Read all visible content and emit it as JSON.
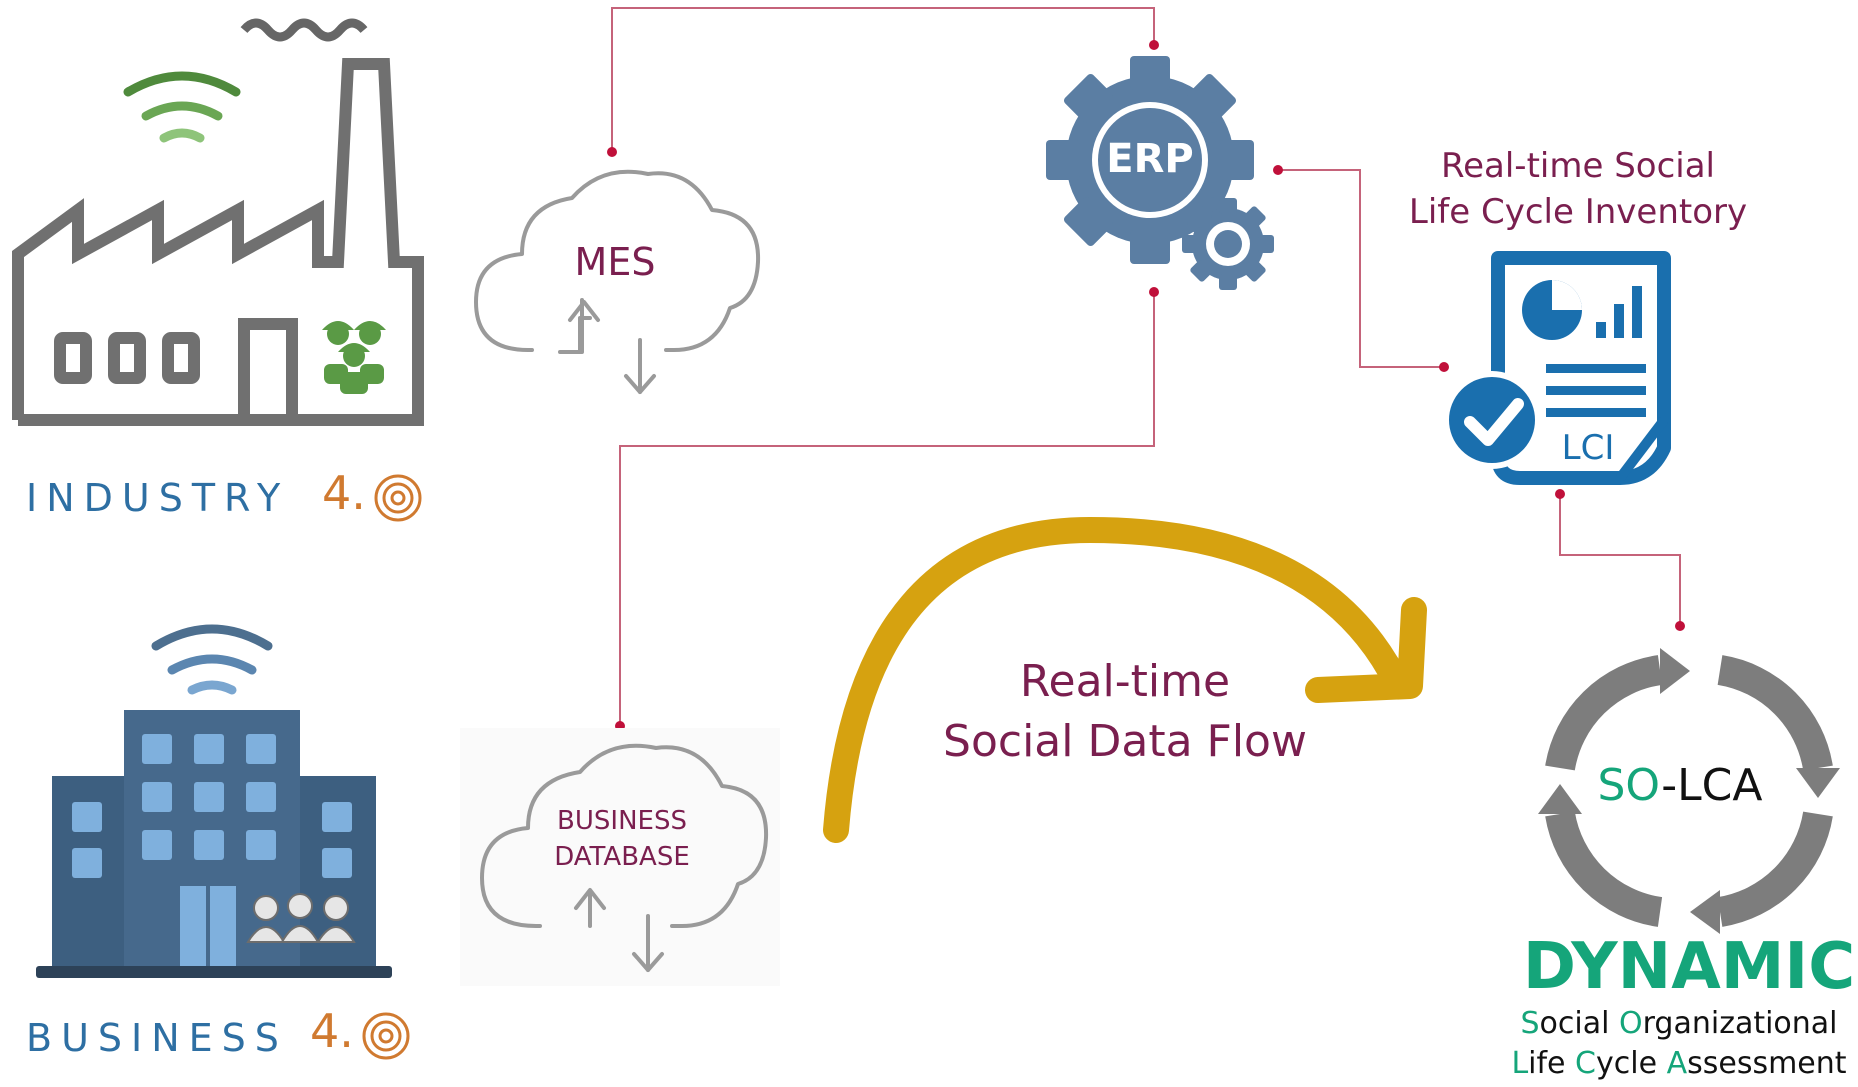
{
  "industry": {
    "brand": "INDUSTRY",
    "version": "4."
  },
  "business": {
    "brand": "BUSINESS",
    "version": "4."
  },
  "mes": {
    "label": "MES"
  },
  "erp": {
    "label": "ERP"
  },
  "business_db": {
    "line1": "BUSINESS",
    "line2": "DATABASE"
  },
  "lci": {
    "title_line1": "Real-time Social",
    "title_line2": "Life Cycle Inventory",
    "label": "LCI"
  },
  "flow": {
    "line1": "Real-time",
    "line2": "Social Data Flow"
  },
  "solca": {
    "prefix": "SO",
    "dash": "-",
    "suffix": "LCA"
  },
  "dynamic": {
    "title": "DYNAMIC",
    "line1": [
      {
        "t": "S",
        "accent": true
      },
      {
        "t": "ocial ",
        "accent": false
      },
      {
        "t": "O",
        "accent": true
      },
      {
        "t": "rganizational",
        "accent": false
      }
    ],
    "line2": [
      {
        "t": "L",
        "accent": true
      },
      {
        "t": "ife ",
        "accent": false
      },
      {
        "t": "C",
        "accent": true
      },
      {
        "t": "ycle ",
        "accent": false
      },
      {
        "t": "A",
        "accent": true
      },
      {
        "t": "ssessment",
        "accent": false
      }
    ]
  },
  "colors": {
    "connector": "#c5637a",
    "dot": "#c0103a",
    "factory": "#707070",
    "wifi_green": "#5a9a45",
    "building": "#3d5f80",
    "gear": "#5b7ea3",
    "doc_blue": "#1a6fae",
    "arrow_gold": "#d6a210",
    "cycle_gray": "#7d7d7d",
    "accent_green": "#15a57a",
    "maroon": "#7a1f4f"
  },
  "icons": [
    "factory-icon",
    "wifi-icon",
    "workers-icon",
    "gear-icon",
    "office-building-icon",
    "people-icon",
    "cloud-icon",
    "document-icon",
    "pie-chart-icon",
    "bar-chart-icon",
    "checkmark-icon",
    "curved-arrow-icon",
    "cycle-arrows-icon"
  ]
}
